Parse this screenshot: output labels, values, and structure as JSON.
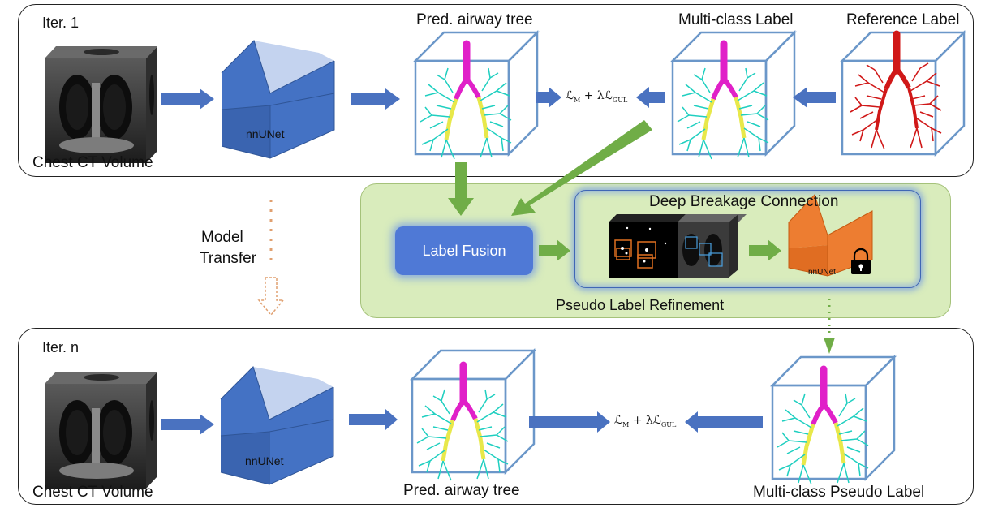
{
  "top_stage": {
    "iter_label": "Iter. 1",
    "input_label": "Chest CT Volume",
    "network_label": "nnUNet",
    "pred_label": "Pred. airway tree",
    "multiclass_label": "Multi-class Label",
    "reference_label": "Reference Label",
    "loss": {
      "main": "ℒ",
      "main_sub": "M",
      "plus": " + λℒ",
      "reg_sub": "GUL"
    }
  },
  "transfer": {
    "line1": "Model",
    "line2": "Transfer"
  },
  "refinement": {
    "title": "Pseudo Label Refinement",
    "fusion_label": "Label Fusion",
    "dbc_title": "Deep Breakage Connection",
    "frozen_network_label": "nnUNet",
    "lock_icon": "lock-icon"
  },
  "bottom_stage": {
    "iter_label": "Iter. n",
    "input_label": "Chest CT Volume",
    "network_label": "nnUNet",
    "pred_label": "Pred. airway tree",
    "pseudo_label": "Multi-class Pseudo Label",
    "loss": {
      "main": "ℒ",
      "main_sub": "M",
      "plus": " + λℒ",
      "reg_sub": "GUL"
    }
  },
  "colors": {
    "network_blue": "#4472c4",
    "arrow_blue": "#4a72c0",
    "arrow_green": "#70ad47",
    "refine_bg": "#d9ecbc",
    "frozen_orange": "#ed7d31",
    "trachea": "#e020c8",
    "bronchi": "#e8e84a",
    "branches": "#1fcfc0",
    "reference_red": "#d01818",
    "transfer_orange": "#e0a070"
  }
}
